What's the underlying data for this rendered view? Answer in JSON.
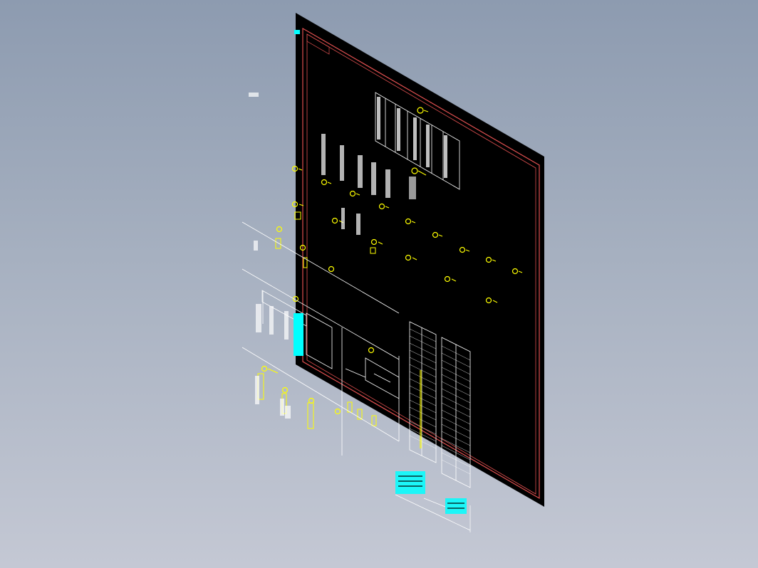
{
  "viewer": {
    "background_top": "#8d9bb0",
    "background_bottom": "#c4c8d4",
    "sheet_color": "#000000",
    "border_color": "#e05050",
    "symbol_color": "#ffff00",
    "text_color": "#ffffff",
    "annotation_color": "#00ffff"
  },
  "drawing": {
    "description_visible_text": "",
    "view": "isometric",
    "layers": [
      "border",
      "busbars",
      "symbols",
      "tables",
      "title-block"
    ]
  }
}
